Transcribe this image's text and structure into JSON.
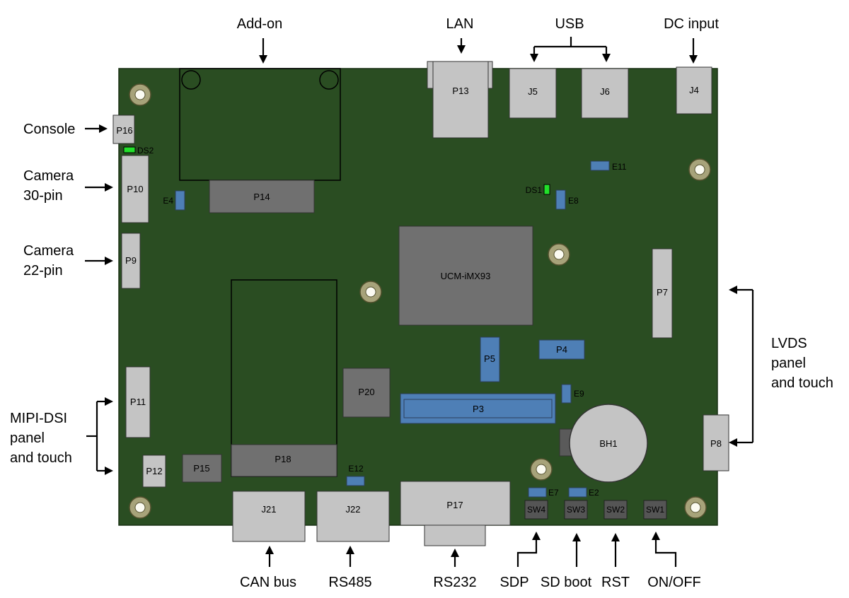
{
  "colors": {
    "board": "#2a4d22",
    "connector_light": "#c4c4c4",
    "connector_dark": "#707070",
    "jumper_blue": "#4e7fb6",
    "led_green": "#22e02a",
    "mount_hole": "#a7a37a"
  },
  "board": {
    "som": "UCM-iMX93",
    "battery": "BH1",
    "connectors": {
      "p13": "P13",
      "j5": "J5",
      "j6": "J6",
      "j4": "J4",
      "p16": "P16",
      "p10": "P10",
      "p9": "P9",
      "p14": "P14",
      "p7": "P7",
      "p5": "P5",
      "p4": "P4",
      "p20": "P20",
      "p3": "P3",
      "p11": "P11",
      "p12": "P12",
      "p15": "P15",
      "p18": "P18",
      "p8": "P8",
      "j21": "J21",
      "j22": "J22",
      "p17": "P17"
    },
    "jumpers": {
      "e4": "E4",
      "e11": "E11",
      "e8": "E8",
      "e9": "E9",
      "e12": "E12",
      "e7": "E7",
      "e2": "E2"
    },
    "leds": {
      "ds1": "DS1",
      "ds2": "DS2"
    },
    "switches": {
      "sw4": "SW4",
      "sw3": "SW3",
      "sw2": "SW2",
      "sw1": "SW1"
    }
  },
  "labels": {
    "add_on": "Add-on",
    "lan": "LAN",
    "usb": "USB",
    "dc_input": "DC input",
    "console": "Console",
    "camera30": [
      "Camera",
      "30-pin"
    ],
    "camera22": [
      "Camera",
      "22-pin"
    ],
    "mipi": [
      "MIPI-DSI",
      "panel",
      "and touch"
    ],
    "lvds": [
      "LVDS",
      "panel",
      "and touch"
    ],
    "can_bus": "CAN bus",
    "rs485": "RS485",
    "rs232": "RS232",
    "sdp": "SDP",
    "sd_boot": "SD boot",
    "rst": "RST",
    "on_off": "ON/OFF"
  }
}
